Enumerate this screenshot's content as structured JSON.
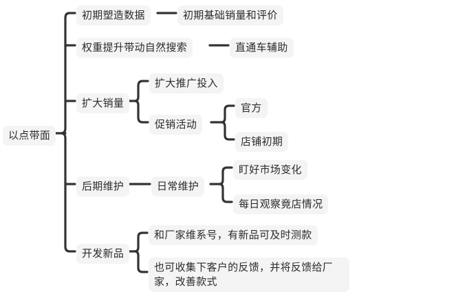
{
  "diagram": {
    "type": "mind-map",
    "orientation": "left-to-right",
    "background_color": "#ffffff",
    "node_background_color": "#f4f4f4",
    "node_text_color": "#2b2b2b",
    "connector_color": "#333333",
    "root": {
      "label": "以点带面"
    },
    "nodes": {
      "root": "以点带面",
      "b1": "初期塑造数据",
      "b1c1": "初期基础销量和评价",
      "b2": "权重提升带动自然搜索",
      "b2c1": "直通车辅助",
      "b3": "扩大销量",
      "b3c1": "扩大推广投入",
      "b3c2": "促销活动",
      "b3c2g1": "官方",
      "b3c2g2": "店铺初期",
      "b4": "后期维护",
      "b4c1": "日常维护",
      "b4c1g1": "盯好市场变化",
      "b4c1g2": "每日观察竟店情况",
      "b5": "开发新品",
      "b5c1": "和厂家维系号，有新品可及时测款",
      "b5c2": "也可收集下客户的反馈，并将反馈给厂家，改善款式"
    },
    "branches": [
      {
        "label": "初期塑造数据",
        "children": [
          {
            "label": "初期基础销量和评价",
            "children": []
          }
        ]
      },
      {
        "label": "权重提升带动自然搜索",
        "children": [
          {
            "label": "直通车辅助",
            "children": []
          }
        ]
      },
      {
        "label": "扩大销量",
        "children": [
          {
            "label": "扩大推广投入",
            "children": []
          },
          {
            "label": "促销活动",
            "children": [
              {
                "label": "官方",
                "children": []
              },
              {
                "label": "店铺初期",
                "children": []
              }
            ]
          }
        ]
      },
      {
        "label": "后期维护",
        "children": [
          {
            "label": "日常维护",
            "children": [
              {
                "label": "盯好市场变化",
                "children": []
              },
              {
                "label": "每日观察竟店情况",
                "children": []
              }
            ]
          }
        ]
      },
      {
        "label": "开发新品",
        "children": [
          {
            "label": "和厂家维系号，有新品可及时测款",
            "children": []
          },
          {
            "label": "也可收集下客户的反馈，并将反馈给厂家，改善款式",
            "children": []
          }
        ]
      }
    ]
  }
}
